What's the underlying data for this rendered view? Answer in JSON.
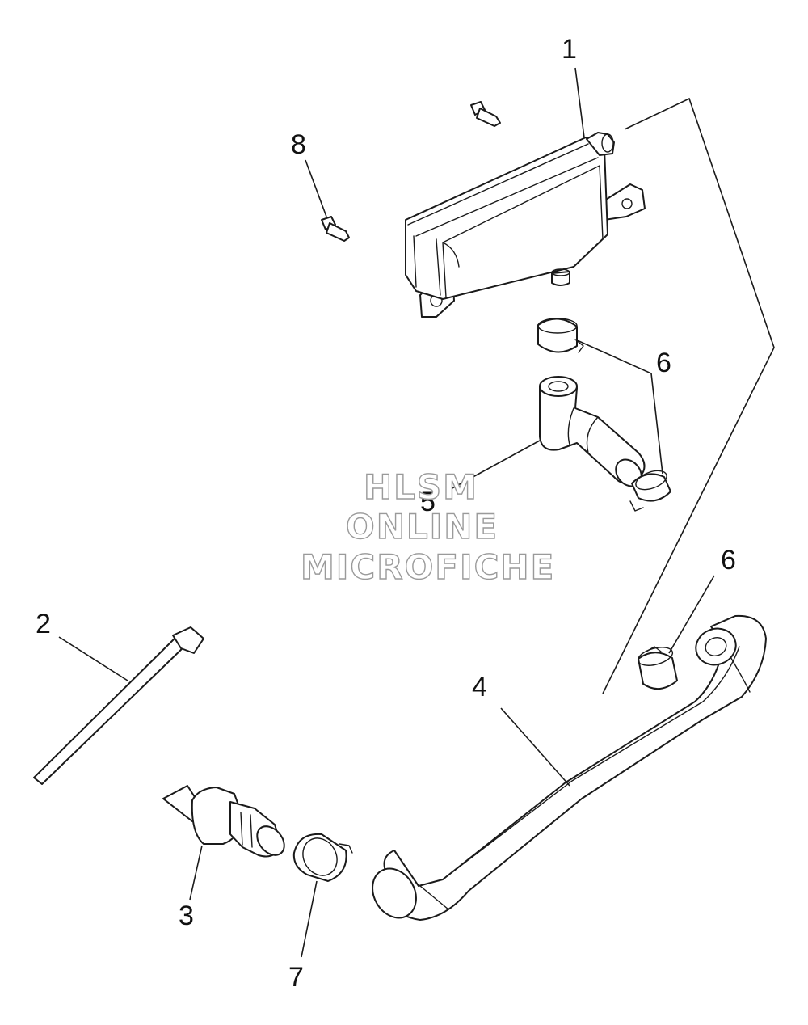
{
  "callouts": {
    "c1": "1",
    "c2": "2",
    "c3": "3",
    "c4": "4",
    "c5": "5",
    "c6a": "6",
    "c6b": "6",
    "c7": "7",
    "c8": "8"
  },
  "watermark": {
    "line1": "HLSM",
    "line2": "ONLINE",
    "line3": "MICROFICHE"
  }
}
